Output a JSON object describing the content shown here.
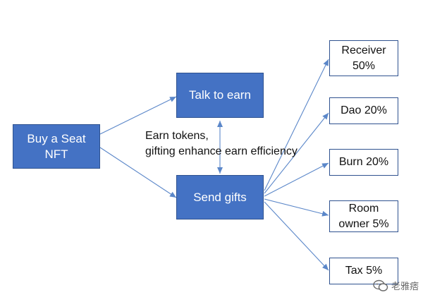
{
  "nodes": {
    "buy_seat": {
      "line1": "Buy a Seat",
      "line2": "NFT"
    },
    "talk_to_earn": "Talk to earn",
    "send_gifts": "Send gifts",
    "receiver": {
      "line1": "Receiver",
      "line2": "50%"
    },
    "dao": "Dao 20%",
    "burn": "Burn 20%",
    "room_owner": {
      "line1": "Room",
      "line2": "owner 5%"
    },
    "tax": "Tax 5%"
  },
  "annotation": {
    "line1": "Earn tokens,",
    "line2": "gifting enhance earn efficiency"
  },
  "watermark": {
    "text": "老雅痞"
  },
  "colors": {
    "box_fill": "#4472c4",
    "box_border": "#2f528f",
    "arrow": "#5b87c9"
  },
  "icons": {
    "arrow": "arrowhead-icon",
    "watermark_logo": "wechat-icon"
  }
}
